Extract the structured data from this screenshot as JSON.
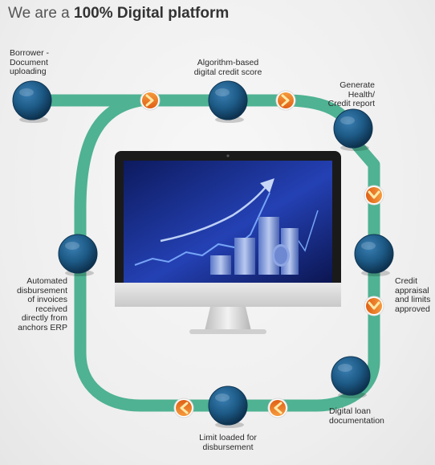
{
  "header": {
    "title_prefix": "We are a",
    "title_strong": "100% Digital platform"
  },
  "steps": [
    {
      "id": "borrower",
      "lines": [
        "Borrower -",
        "Document",
        "uploading"
      ]
    },
    {
      "id": "algorithm",
      "lines": [
        "Algorithm-based",
        "digital credit score"
      ]
    },
    {
      "id": "report",
      "lines": [
        "Generate",
        "Health/",
        "Credit report"
      ]
    },
    {
      "id": "appraisal",
      "lines": [
        "Credit",
        "appraisal",
        "and limits",
        "approved"
      ]
    },
    {
      "id": "documentation",
      "lines": [
        "Digital loan",
        "documentation"
      ]
    },
    {
      "id": "limit",
      "lines": [
        "Limit loaded for",
        "disbursement"
      ]
    },
    {
      "id": "disbursement",
      "lines": [
        "Automated",
        "disbursement",
        "of invoices",
        "received",
        "directly from",
        "anchors ERP"
      ]
    }
  ],
  "colors": {
    "track": "#4fb292",
    "node": "#1d5a86",
    "node_dark": "#0f3552",
    "arrow": "#f07b24",
    "screen": "#1c2f8e"
  },
  "icons": {
    "arrow": "chevron-arrow-icon",
    "node": "step-node-icon",
    "monitor": "monitor-illustration"
  }
}
